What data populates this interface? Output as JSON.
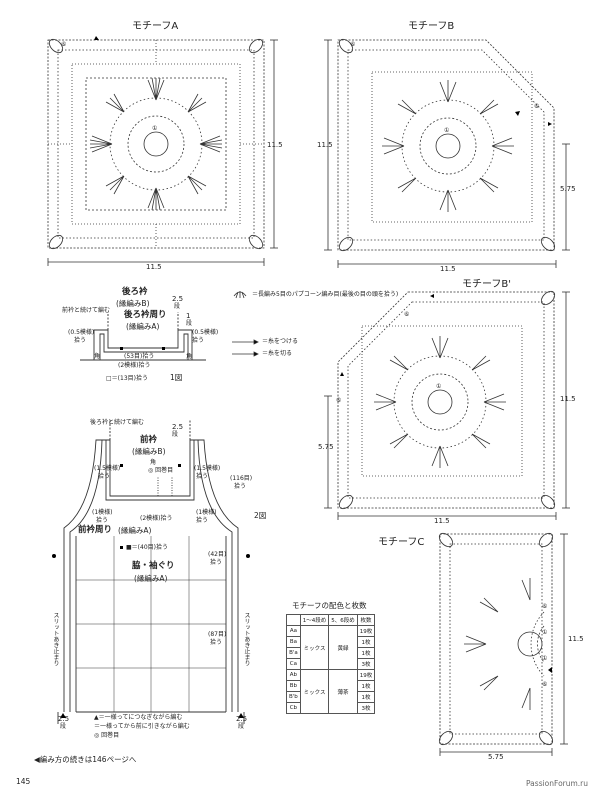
{
  "motifs": {
    "a": {
      "title": "モチーフA",
      "w": "11.5",
      "h": "11.5",
      "mark_outer": "⑥",
      "mark_inner": "①"
    },
    "b": {
      "title": "モチーフB",
      "w": "11.5",
      "h": "11.5",
      "sub": "5.75",
      "mark_outer": "⑥",
      "mark_inner": "①"
    },
    "bp": {
      "title": "モチーフB'",
      "w": "11.5",
      "h": "11.5",
      "sub": "5.75",
      "mark_outer": "⑥",
      "mark_inner": "①"
    },
    "c": {
      "title": "モチーフC",
      "w": "5.75",
      "h": "11.5",
      "mark_outer": "⑥",
      "mark_inner": "①"
    }
  },
  "legend": {
    "popcorn": "＝長編み5目のパプコーン編み目(最後の目の頭を拾う)",
    "attach": "＝糸をつける",
    "cut": "＝糸を切る"
  },
  "fig1": {
    "label": "1図",
    "back_neck": "後ろ衿",
    "back_neck_sub": "(縁編みB)",
    "back_neck_edge": "後ろ衿周り",
    "back_neck_edge_sub": "(縁編みA)",
    "cont": "前衿と続けて編む",
    "p05": "(0.5模様)",
    "p05b": "拾う",
    "corner": "角",
    "corner2": "角",
    "stitch53": "(53目)拾う",
    "stitch2": "(2模様)拾う",
    "sq13": "□＝(13目)拾う",
    "h25": "2.5",
    "h25u": "段",
    "h1": "1",
    "h1u": "段"
  },
  "fig2": {
    "label": "2図",
    "back_cont": "後ろ衿と続けて編む",
    "front_neck": "前衿",
    "front_neck_sub": "(縁編みB)",
    "front_edge": "前衿周り",
    "front_edge_sub": "(縁編みA)",
    "corner": "角",
    "rollup": "◎ 回巻目",
    "stitch2": "(2模様)拾う",
    "p15": "(1.5模様)",
    "p15b": "拾う",
    "p1": "(1模様)",
    "p1b": "拾う",
    "sq40": "■＝(40目)拾う",
    "sides": "脇・袖ぐり",
    "sides_sub": "(縁編みA)",
    "r116": "(116目)",
    "r116b": "拾う",
    "r42": "(42目)",
    "r42b": "拾う",
    "r87": "(87目)",
    "r87b": "拾う",
    "slit_l": "スリットあき止まり",
    "slit_r": "スリットあき止まり",
    "h25": "2.5",
    "h25u": "段",
    "note1": "▲＝一様ってにつなぎながら編む",
    "note2": "＝一様ってから前に引きながら編む",
    "note3": "◎ 回巻目"
  },
  "color_table": {
    "title": "モチーフの配色と枚数",
    "headers": [
      "",
      "1～4段め",
      "5、6段め",
      "枚数"
    ],
    "rows": [
      {
        "code": "Aa",
        "c14": "",
        "c56": "",
        "count": "19枚"
      },
      {
        "code": "Ba",
        "c14": "",
        "c56": "",
        "count": "1枚"
      },
      {
        "code": "B'a",
        "c14": "ミックス",
        "c56": "黄緑",
        "count": "1枚"
      },
      {
        "code": "Ca",
        "c14": "",
        "c56": "",
        "count": "3枚"
      },
      {
        "code": "Ab",
        "c14": "",
        "c56": "",
        "count": "19枚"
      },
      {
        "code": "Bb",
        "c14": "ミックス",
        "c56": "薄茶",
        "count": "1枚"
      },
      {
        "code": "B'b",
        "c14": "",
        "c56": "",
        "count": "1枚"
      },
      {
        "code": "Cb",
        "c14": "",
        "c56": "",
        "count": "3枚"
      }
    ]
  },
  "footer": {
    "note": "◀編み方の続きは146ページへ",
    "page": "145",
    "watermark": "PassionForum.ru"
  }
}
